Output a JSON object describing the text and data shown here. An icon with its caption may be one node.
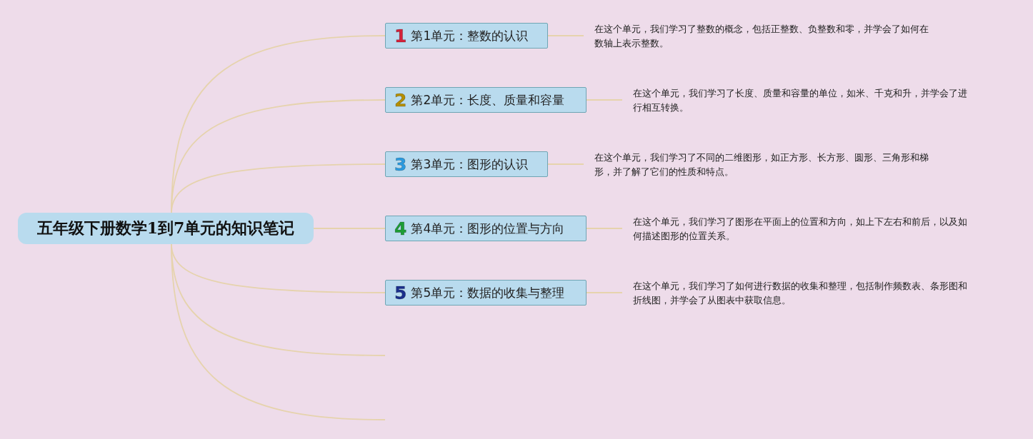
{
  "diagram": {
    "nodes": [
      {
        "text": [
          "五年级下册数学1到7单元的知识笔记"
        ]
      },
      {
        "text": [
          "1",
          "第1单元：整数的认识"
        ]
      },
      {
        "text": [
          "2",
          "第2单元：长度、质量和容量"
        ]
      },
      {
        "text": [
          "3",
          "第3单元：图形的认识"
        ]
      },
      {
        "text": [
          "4",
          "第4单元：图形的位置与方向"
        ]
      },
      {
        "text": [
          "5",
          "第5单元：数据的收集与整理"
        ]
      },
      {
        "text": [
          "在这个单元，我们学习了整数的概念，包括正整数、负整数和零，并学会了如何在数轴上表示整数。"
        ]
      },
      {
        "text": [
          "在这个单元，我们学习了长度、质量和容量的单位，如米、千克和升，并学会了进行相互转换。"
        ]
      },
      {
        "text": [
          "在这个单元，我们学习了不同的二维图形，如正方形、长方形、圆形、三角形和梯形，并了解了它们的性质和特点。"
        ]
      },
      {
        "text": [
          "在这个单元，我们学习了图形在平面上的位置和方向，如上下左右和前后，以及如何描述图形的位置关系。"
        ]
      },
      {
        "text": [
          "在这个单元，我们学习了如何进行数据的收集和整理，包括制作频数表、条形图和折线图，并学会了从图表中获取信息。"
        ]
      }
    ],
    "edges": [
      {
        "from": 0,
        "to": 1,
        "arrow": "none"
      },
      {
        "from": 0,
        "to": 2,
        "arrow": "none"
      },
      {
        "from": 0,
        "to": 3,
        "arrow": "none"
      },
      {
        "from": 0,
        "to": 4,
        "arrow": "none"
      },
      {
        "from": 0,
        "to": 5,
        "arrow": "none"
      },
      {
        "from": 0,
        "to": null,
        "arrow": "none"
      },
      {
        "from": 0,
        "to": null,
        "arrow": "none"
      },
      {
        "from": 1,
        "to": 6,
        "arrow": "none"
      },
      {
        "from": 2,
        "to": 7,
        "arrow": "none"
      },
      {
        "from": 3,
        "to": 8,
        "arrow": "none"
      },
      {
        "from": 4,
        "to": 9,
        "arrow": "none"
      },
      {
        "from": 5,
        "to": 10,
        "arrow": "none"
      }
    ]
  }
}
